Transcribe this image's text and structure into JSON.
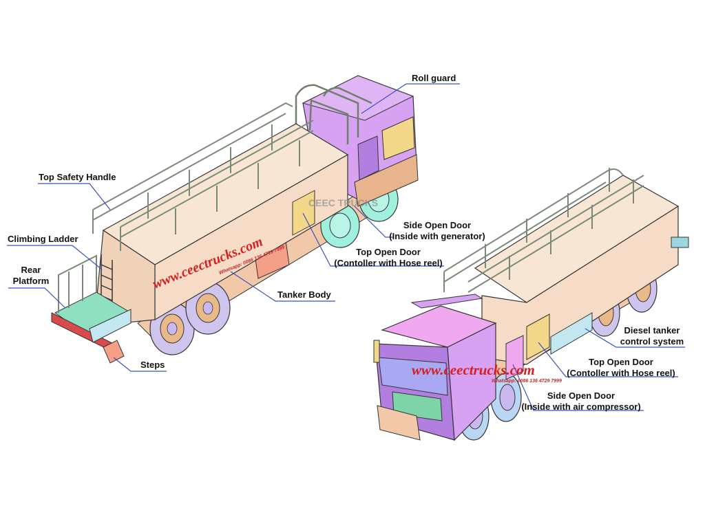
{
  "labels": {
    "roll_guard": "Roll guard",
    "top_safety_handle": "Top Safety Handle",
    "climbing_ladder": "Climbing Ladder",
    "rear_platform_1": "Rear",
    "rear_platform_2": "Platform",
    "steps": "Steps",
    "tanker_body": "Tanker Body",
    "side_open_door_gen_1": "Side Open Door",
    "side_open_door_gen_2": "(Inside with generator)",
    "top_open_door_left_1": "Top Open Door",
    "top_open_door_left_2": "(Contoller with Hose reel)",
    "diesel_1": "Diesel tanker",
    "diesel_2": "control system",
    "top_open_door_right_1": "Top Open Door",
    "top_open_door_right_2": "(Contoller with Hose reel)",
    "side_open_door_air_1": "Side Open Door",
    "side_open_door_air_2": "(Inside with air compressor)"
  },
  "watermarks": {
    "site_left": "www.ceectrucks.com",
    "whatsapp_left": "Whatsapp: 0086 136 4729 7999",
    "site_right": "www.ceectrucks.com",
    "whatsapp_right": "Whatsapp: 0086 136 4729 7999",
    "brand": "CEEC TRUCKS"
  },
  "colors": {
    "tank": "#f6dcc6",
    "cab": "#d7a2f2",
    "cab_dark": "#b27fe0",
    "window": "#f3d889",
    "chassis": "#f2c9a8",
    "wheel_tire": "#cfc4ee",
    "wheel_rim": "#e9b98a",
    "platform": "#8fe0c2",
    "rail": "#7b8a78",
    "leader_line": "#3a4fc4",
    "watermark": "#d42020"
  }
}
